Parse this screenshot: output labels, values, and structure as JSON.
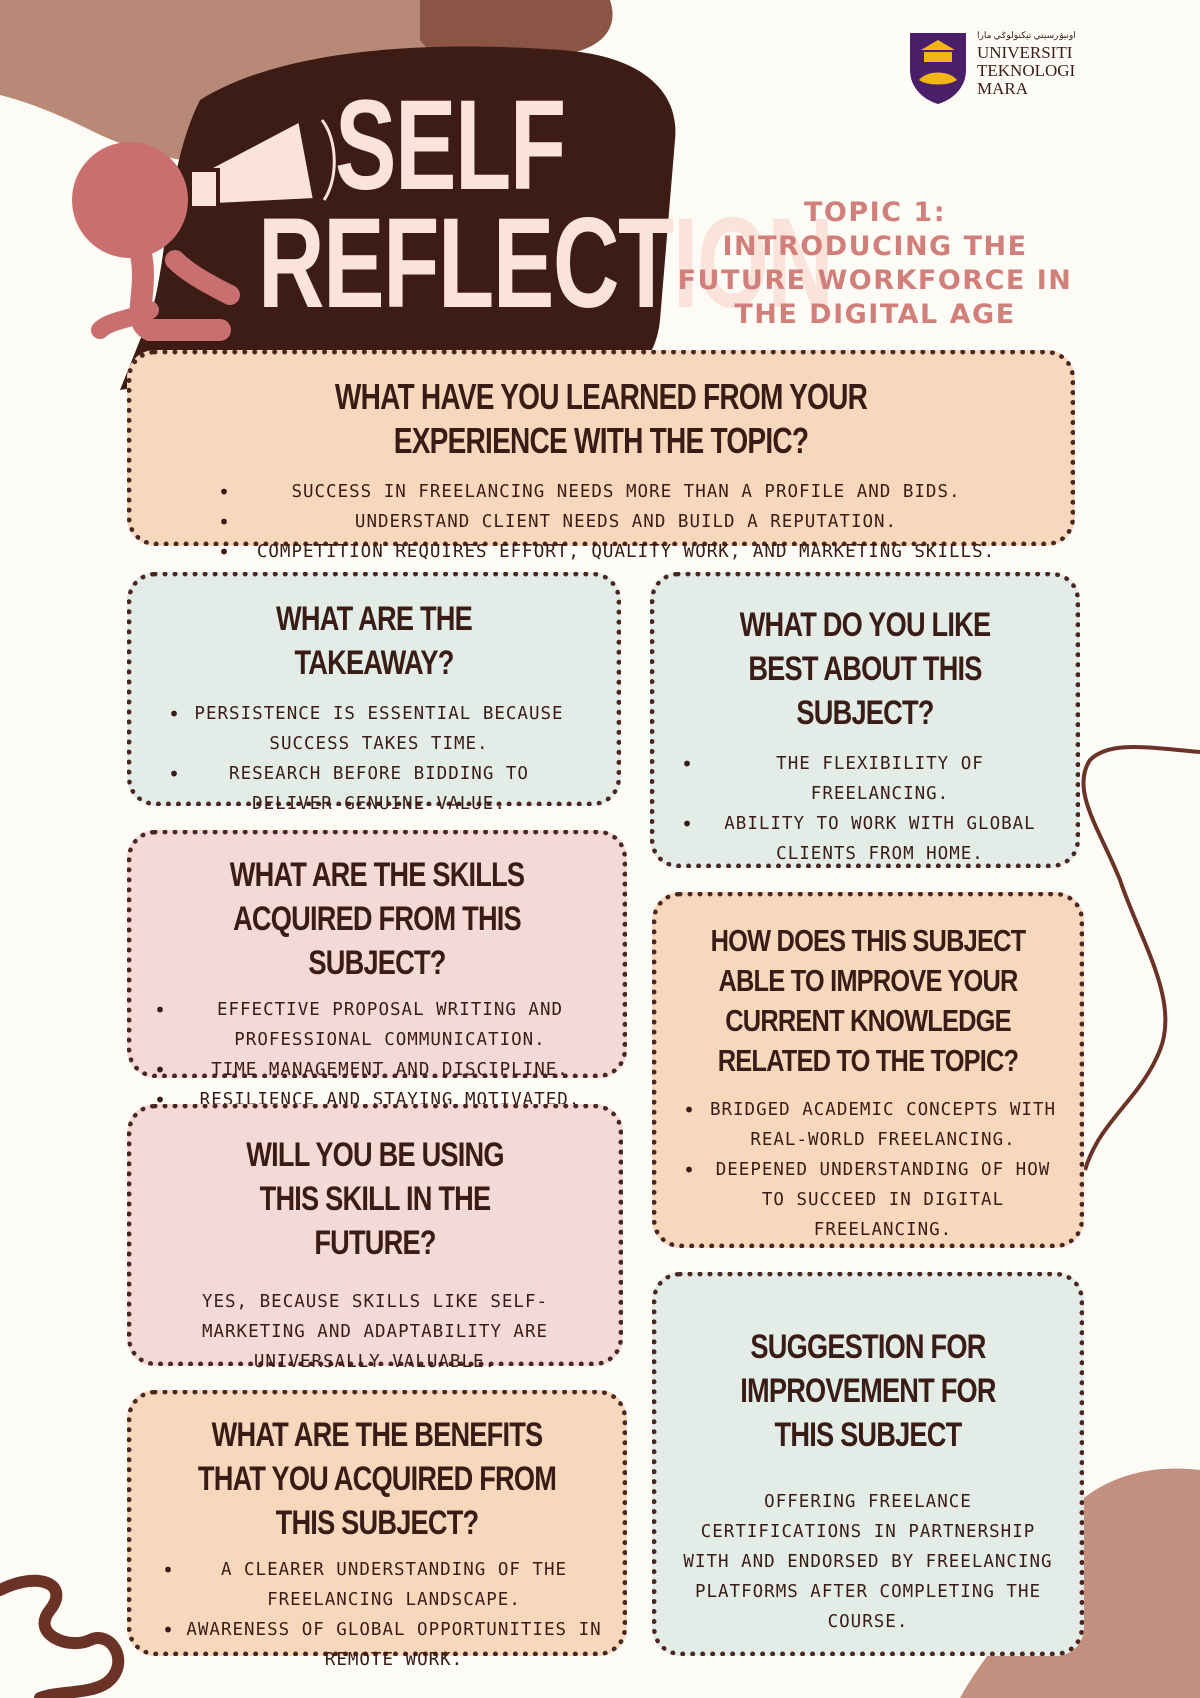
{
  "header": {
    "title_line1": "SELF",
    "title_line2": "REFLECTION",
    "topic_label": "TOPIC 1:",
    "topic_title": "INTRODUCING THE FUTURE WORKFORCE IN THE DIGITAL AGE"
  },
  "logo": {
    "top_script": "اونيۏرسيتي تيکنولوݢي مارا",
    "line1": "UNIVERSITI",
    "line2": "TEKNOLOGI",
    "line3": "MARA"
  },
  "learned": {
    "heading": "WHAT HAVE YOU LEARNED FROM YOUR EXPERIENCE WITH THE TOPIC?",
    "items": [
      "SUCCESS IN FREELANCING NEEDS MORE THAN A PROFILE AND BIDS.",
      "UNDERSTAND CLIENT NEEDS AND BUILD A REPUTATION.",
      "COMPETITION REQUIRES EFFORT, QUALITY WORK, AND MARKETING SKILLS."
    ]
  },
  "takeaway": {
    "heading": "WHAT ARE THE TAKEAWAY?",
    "items": [
      "PERSISTENCE IS ESSENTIAL BECAUSE SUCCESS TAKES TIME.",
      "RESEARCH BEFORE BIDDING TO DELIVER GENUINE VALUE."
    ]
  },
  "like_best": {
    "heading": "WHAT DO YOU LIKE BEST ABOUT THIS SUBJECT?",
    "items": [
      "THE FLEXIBILITY OF FREELANCING.",
      "ABILITY TO WORK WITH GLOBAL CLIENTS FROM HOME."
    ]
  },
  "skills": {
    "heading": "WHAT ARE THE SKILLS ACQUIRED FROM THIS SUBJECT?",
    "items": [
      "EFFECTIVE PROPOSAL WRITING AND PROFESSIONAL COMMUNICATION.",
      "TIME MANAGEMENT AND DISCIPLINE.",
      "RESILIENCE AND STAYING MOTIVATED."
    ]
  },
  "improve": {
    "heading": "HOW DOES THIS SUBJECT ABLE TO IMPROVE YOUR CURRENT KNOWLEDGE RELATED TO THE TOPIC?",
    "items": [
      "BRIDGED ACADEMIC CONCEPTS WITH REAL-WORLD FREELANCING.",
      "DEEPENED UNDERSTANDING OF HOW TO SUCCEED IN DIGITAL FREELANCING."
    ]
  },
  "future": {
    "heading": "WILL YOU BE USING THIS SKILL IN THE FUTURE?",
    "text": "YES, BECAUSE SKILLS LIKE SELF-MARKETING AND ADAPTABILITY ARE UNIVERSALLY VALUABLE."
  },
  "suggestion": {
    "heading": "SUGGESTION FOR IMPROVEMENT FOR THIS SUBJECT",
    "text": "OFFERING FREELANCE CERTIFICATIONS IN PARTNERSHIP WITH AND ENDORSED BY FREELANCING PLATFORMS AFTER COMPLETING THE COURSE."
  },
  "benefits": {
    "heading": "WHAT ARE THE BENEFITS THAT YOU ACQUIRED FROM THIS SUBJECT?",
    "items": [
      "A CLEARER UNDERSTANDING OF THE FREELANCING LANDSCAPE.",
      "AWARENESS OF GLOBAL OPPORTUNITIES IN REMOTE WORK."
    ]
  },
  "colors": {
    "background": "#fdfbf5",
    "dark_brown": "#3a1c16",
    "peach": "#f8d8bd",
    "mint": "#e3ece6",
    "pink": "#f4d9d6",
    "topic_text": "#d17f7a",
    "character": "#c96f6f"
  }
}
